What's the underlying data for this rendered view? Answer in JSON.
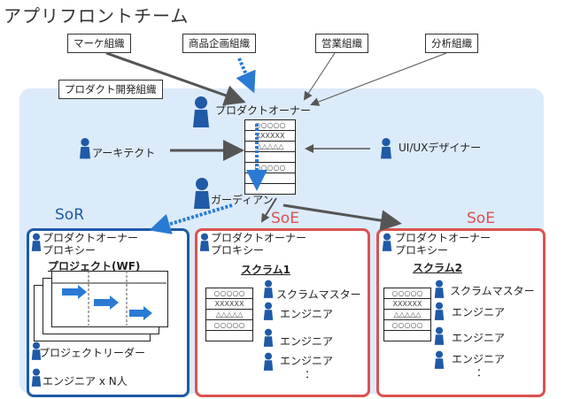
{
  "title": "アプリフロントチーム",
  "orgs": {
    "marketing": "マーケ組織",
    "product_planning": "商品企画組織",
    "sales": "営業組織",
    "analytics": "分析組織",
    "product_dev": "プロダクト開発組織"
  },
  "roles": {
    "product_owner": "プロダクトオーナー",
    "architect": "アーキテクト",
    "uiux": "UI/UXデザイナー",
    "guardian": "ガーディアン"
  },
  "backlog_rows": [
    "○○○○○",
    "XXXXXX",
    "△△△△△",
    "",
    "○○○○○",
    "",
    ""
  ],
  "sor": {
    "label": "SoR",
    "po_proxy_line1": "プロダクトオーナー",
    "po_proxy_line2": "プロキシー",
    "project": "プロジェクト(WF)",
    "leader": "プロジェクトリーダー",
    "engineers": "エンジニア x N人"
  },
  "soe1": {
    "label": "SoE",
    "po_proxy_line1": "プロダクトオーナー",
    "po_proxy_line2": "プロキシー",
    "scrum": "スクラム1",
    "scrum_master": "スクラムマスター",
    "engineer": "エンジニア",
    "ellipsis": "："
  },
  "soe2": {
    "label": "SoE",
    "po_proxy_line1": "プロダクトオーナー",
    "po_proxy_line2": "プロキシー",
    "scrum": "スクラム2",
    "scrum_master": "スクラムマスター",
    "engineer": "エンジニア",
    "ellipsis": "："
  },
  "team_backlog_rows": [
    "○○○○○",
    "XXXXXX",
    "△△△△△",
    "○○○○○",
    ""
  ],
  "colors": {
    "person": "#1f5aa6",
    "sor_border": "#1f5aa6",
    "soe_border": "#d9534f",
    "dev_area": "#dcebfa",
    "flow_arrow": "#2a7ad4"
  }
}
